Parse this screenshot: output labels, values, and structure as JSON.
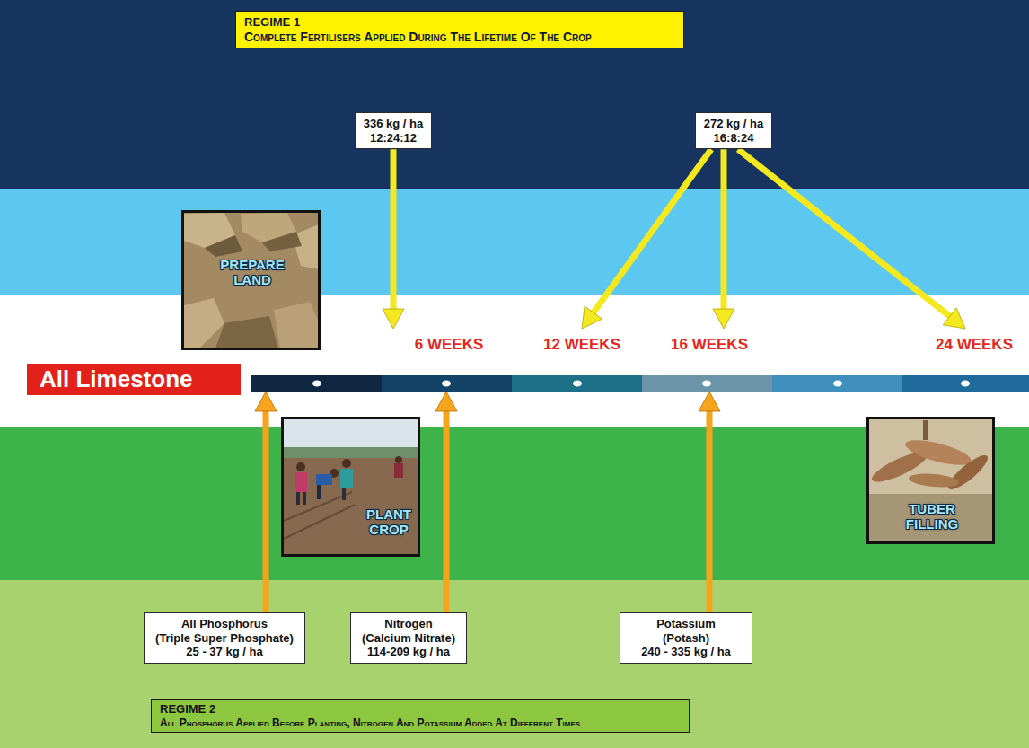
{
  "diagram": {
    "nodes": [
      {
        "text": [
          "REGIME 1",
          "Complete Fertilisers Applied During The Lifetime Of The Crop"
        ]
      },
      {
        "text": [
          "336 kg / ha",
          "12:24:12"
        ]
      },
      {
        "text": [
          "272 kg / ha",
          "16:8:24"
        ]
      },
      {
        "text": [
          "PREPARE LAND"
        ]
      },
      {
        "text": [
          "All Limestone"
        ]
      },
      {
        "text": [
          "6 WEEKS",
          "12 WEEKS",
          "16 WEEKS",
          "24 WEEKS"
        ]
      },
      {
        "text": [
          "PLANT CROP"
        ]
      },
      {
        "text": [
          "TUBER FILLING"
        ]
      },
      {
        "text": [
          "All Phosphorus",
          "(Triple Super Phosphate)",
          "25 - 37 kg / ha"
        ]
      },
      {
        "text": [
          "Nitrogen",
          "(Calcium Nitrate)",
          "114-209 kg / ha"
        ]
      },
      {
        "text": [
          "Potassium",
          "(Potash)",
          "240 - 335 kg / ha"
        ]
      },
      {
        "text": [
          "REGIME 2",
          "All Phosphorus Applied Before Planting, Nitrogen And Potassium Added At Different Times"
        ]
      }
    ],
    "edges": [
      {
        "from": 1,
        "to": 5,
        "arrow": "to"
      },
      {
        "from": 2,
        "to": 5,
        "arrow": "to"
      },
      {
        "from": 2,
        "to": 5,
        "arrow": "to"
      },
      {
        "from": 2,
        "to": 5,
        "arrow": "to"
      },
      {
        "from": 8,
        "to": 5,
        "arrow": "to"
      },
      {
        "from": 9,
        "to": 5,
        "arrow": "to"
      },
      {
        "from": 10,
        "to": 5,
        "arrow": "to"
      }
    ]
  }
}
